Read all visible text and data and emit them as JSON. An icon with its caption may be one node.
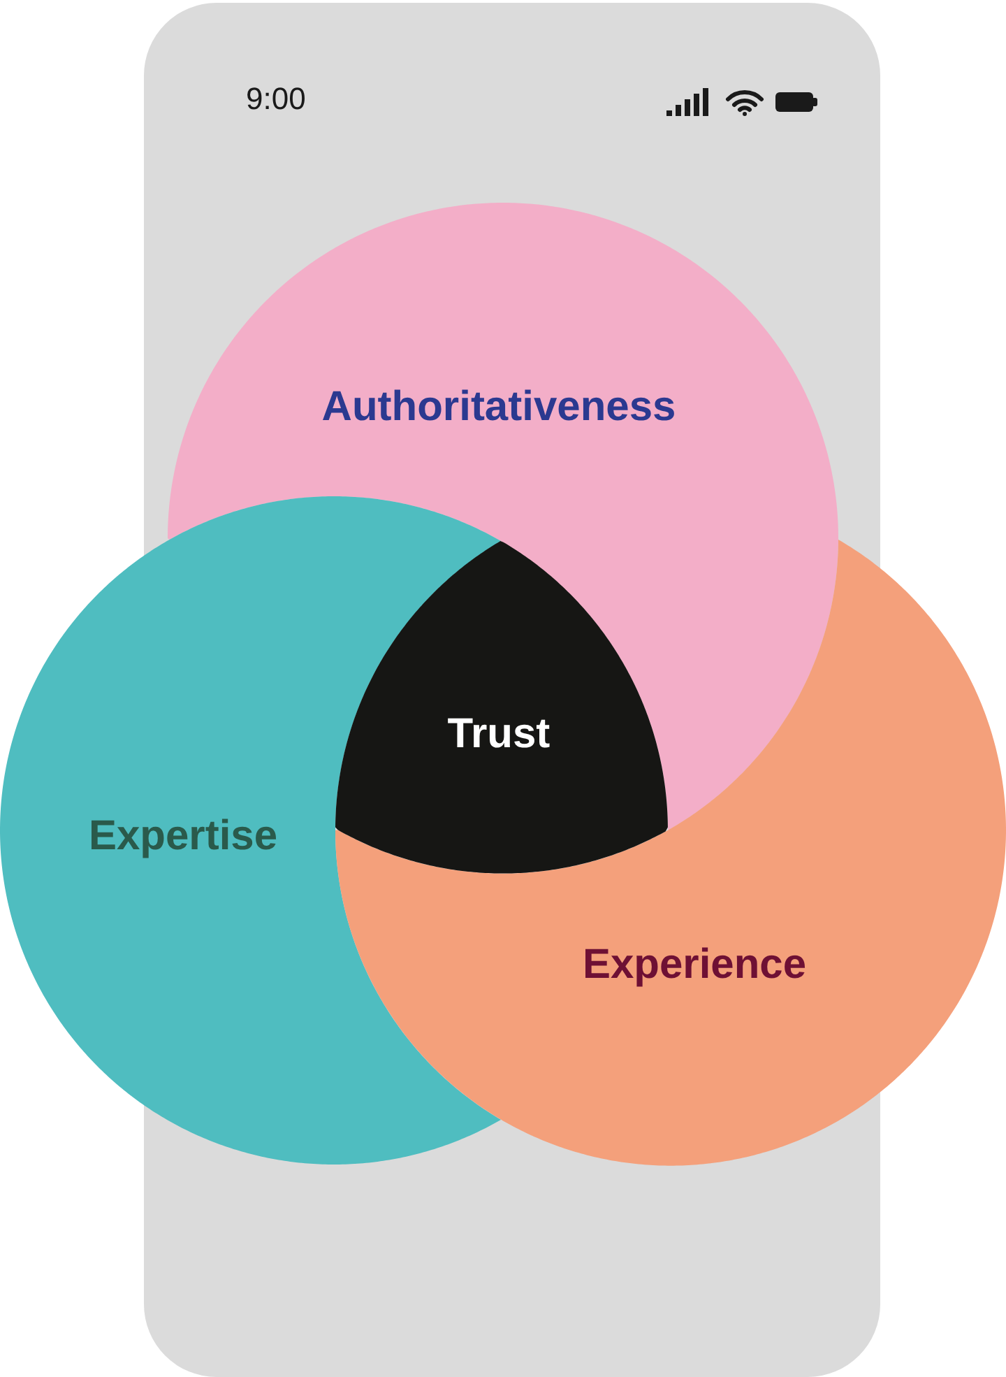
{
  "diagram": {
    "nodes": [
      {
        "text": [
          "Authoritativeness"
        ]
      },
      {
        "text": [
          "Expertise"
        ]
      },
      {
        "text": [
          "Experience"
        ]
      },
      {
        "text": [
          "Trust"
        ]
      }
    ],
    "labels": [
      "9:00"
    ]
  }
}
